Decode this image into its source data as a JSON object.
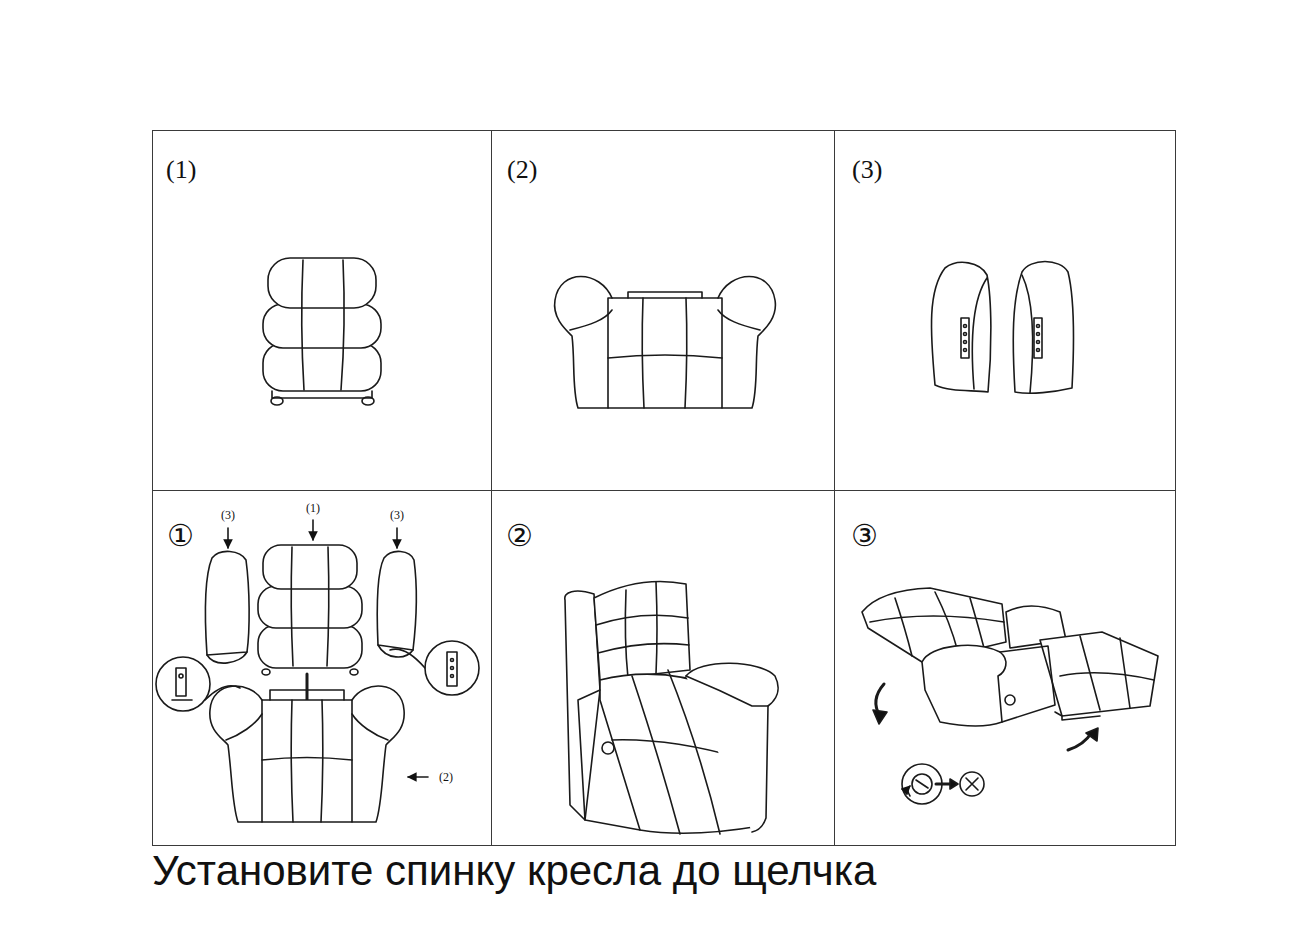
{
  "diagram": {
    "caption": "Установите спинку кресла до щелчка",
    "nodes": [
      {
        "text": [
          "(1)"
        ]
      },
      {
        "text": [
          "(2)"
        ]
      },
      {
        "text": [
          "(3)"
        ]
      },
      {
        "text": [
          "①"
        ]
      },
      {
        "text": [
          "②"
        ]
      },
      {
        "text": [
          "③"
        ]
      }
    ],
    "labels": [
      "(3)",
      "(1)",
      "(3)",
      "(2)"
    ]
  }
}
